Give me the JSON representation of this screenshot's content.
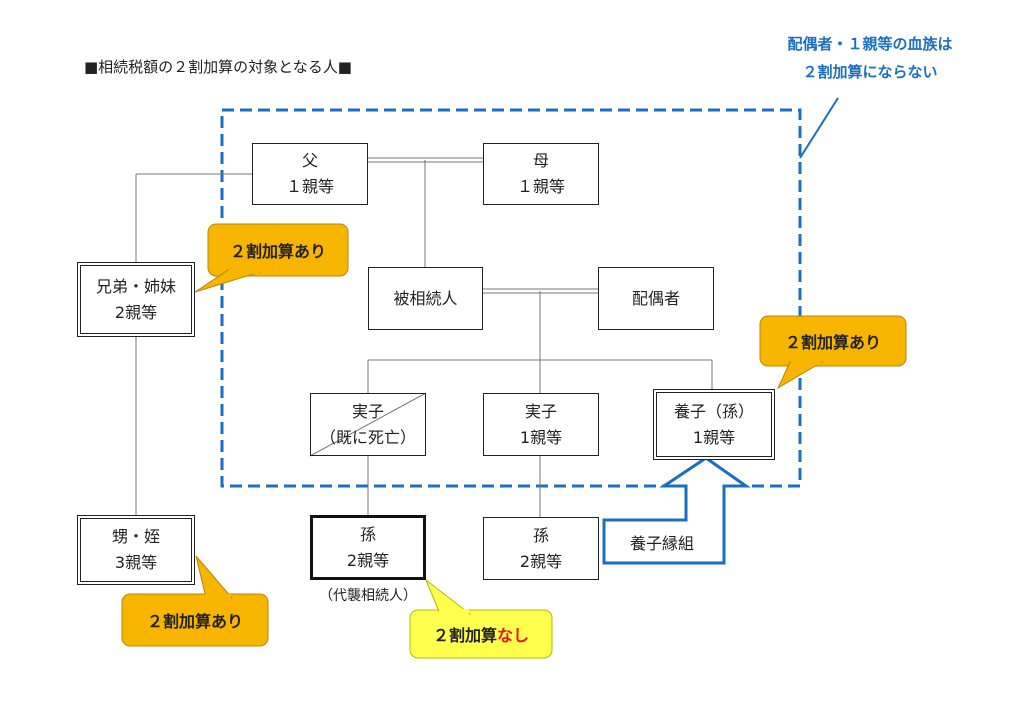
{
  "title": "■相続税額の２割加算の対象となる人■",
  "note": {
    "line1": "配偶者・１親等の血族は",
    "line2": "２割加算にならない"
  },
  "nodes": {
    "father": {
      "name": "父",
      "rank": "１親等"
    },
    "mother": {
      "name": "母",
      "rank": "１親等"
    },
    "siblings": {
      "name": "兄弟・姉妹",
      "rank": "2親等"
    },
    "decedent": {
      "name": "被相続人"
    },
    "spouse": {
      "name": "配偶者"
    },
    "child_deceased": {
      "name": "実子",
      "rank": "（既に死亡）"
    },
    "child": {
      "name": "実子",
      "rank": "1親等"
    },
    "adopted": {
      "name": "養子（孫）",
      "rank": "1親等"
    },
    "nephew": {
      "name": "甥・姪",
      "rank": "3親等"
    },
    "grandchild_rep": {
      "name": "孫",
      "rank": "2親等",
      "caption": "（代襲相続人）"
    },
    "grandchild": {
      "name": "孫",
      "rank": "2親等"
    }
  },
  "adoption_label": "養子縁組",
  "callouts": {
    "siblings": "２割加算あり",
    "adopted": "２割加算あり",
    "nephew": "２割加算あり",
    "grandchild_rep_prefix": "２割加算",
    "grandchild_rep_suffix": "なし"
  },
  "colors": {
    "orange": "#f7b500",
    "yellow": "#ffff4d",
    "blue": "#1a6fbf",
    "red": "#e8141b"
  }
}
